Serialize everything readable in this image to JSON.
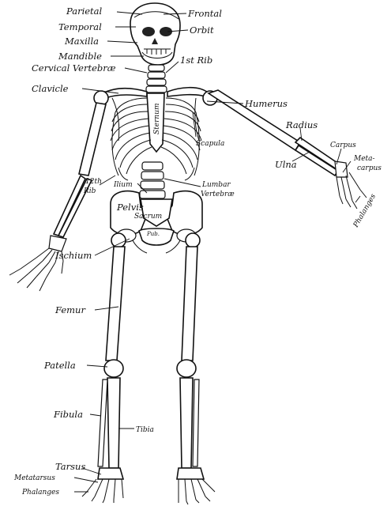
{
  "labels": {
    "parietal": "Parietal",
    "frontal": "Frontal",
    "temporal": "Temporal",
    "orbit": "Orbit",
    "maxilla": "Maxilla",
    "mandible": "Mandible",
    "cervical_vertebrae": "Cervical Vertebræ",
    "first_rib": "1st Rib",
    "clavicle": "Clavicle",
    "sternum": "Sternum",
    "humerus": "Humerus",
    "radius": "Radius",
    "scapula": "Scapula",
    "carpus": "Carpus",
    "metacarpus_1": "Meta-",
    "metacarpus_2": "carpus",
    "ulna": "Ulna",
    "twelfth_rib_1": "12th",
    "twelfth_rib_2": "Rib",
    "ilium": "Ilium",
    "lumbar_1": "Lumbar",
    "lumbar_2": "Vertebræ",
    "phalanges_hand": "Phalanges",
    "pelvis": "Pelvis",
    "sacrum": "Sacrum",
    "pubis": "Pub.",
    "ischium": "Ischium",
    "femur": "Femur",
    "patella": "Patella",
    "fibula": "Fibula",
    "tibia": "Tibia",
    "tarsus": "Tarsus",
    "metatarsus": "Metatarsus",
    "phalanges_foot": "Phalanges"
  }
}
